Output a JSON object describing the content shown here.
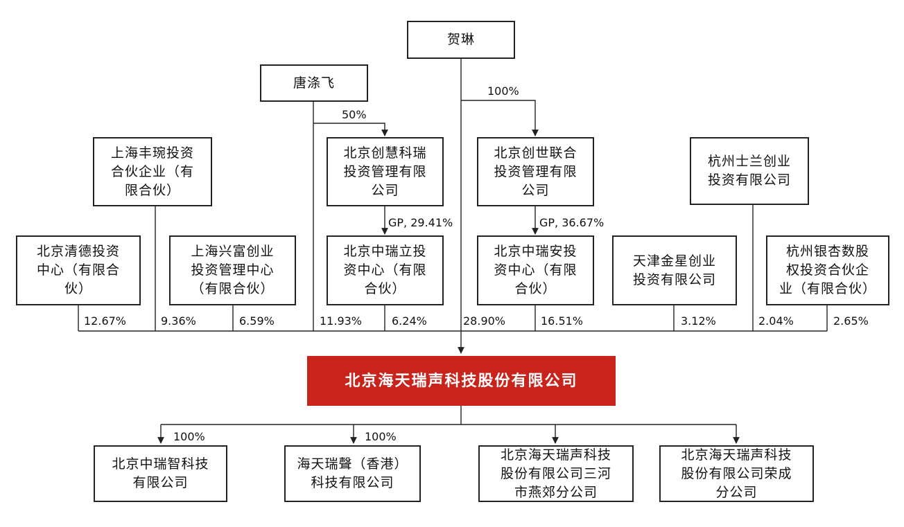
{
  "people": {
    "he_lin": "贺琳",
    "tang_tufei": "唐涤飞"
  },
  "holders_top": {
    "fengwan": "上海丰琬投资\n合伙企业（有\n限合伙）",
    "chuanghui": "北京创慧科瑞\n投资管理有限\n公司",
    "chuangshi": "北京创世联合\n投资管理有限\n公司",
    "shilan": "杭州士兰创业\n投资有限公司"
  },
  "holders_row": {
    "qingde": "北京清德投资\n中心（有限合\n伙）",
    "xingfu": "上海兴富创业\n投资管理中心\n（有限合伙）",
    "zhongruili": "北京中瑞立投\n资中心（有限\n合伙）",
    "zhongruian": "北京中瑞安投\n资中心（有限\n合伙）",
    "jinxing": "天津金星创业\n投资有限公司",
    "yinxing": "杭州银杏数股\n权投资合伙企\n业（有限合伙）"
  },
  "company": "北京海天瑞声科技股份有限公司",
  "subsidiaries": {
    "zhongruizhi": "北京中瑞智科技\n有限公司",
    "hk": "海天瑞聲（香港）\n科技有限公司",
    "sanhe": "北京海天瑞声科技\n股份有限公司三河\n市燕郊分公司",
    "rongcheng": "北京海天瑞声科技\n股份有限公司荣成\n分公司"
  },
  "labels": {
    "tang_chuanghui": "50%",
    "helin_chuangshi": "100%",
    "gp_zhongruili": "GP, 29.41%",
    "gp_zhongruian": "GP, 36.67%",
    "sub_zhongruizhi": "100%",
    "sub_hk": "100%"
  },
  "stakes": {
    "qingde": "12.67%",
    "fengwan": "9.36%",
    "xingfu": "6.59%",
    "tang_tufei": "11.93%",
    "zhongruili": "6.24%",
    "he_lin": "28.90%",
    "zhongruian": "16.51%",
    "jinxing": "3.12%",
    "shilan": "2.04%",
    "yinxing": "2.65%"
  },
  "colors": {
    "company_fill": "#c8241c",
    "line": "#222222"
  }
}
